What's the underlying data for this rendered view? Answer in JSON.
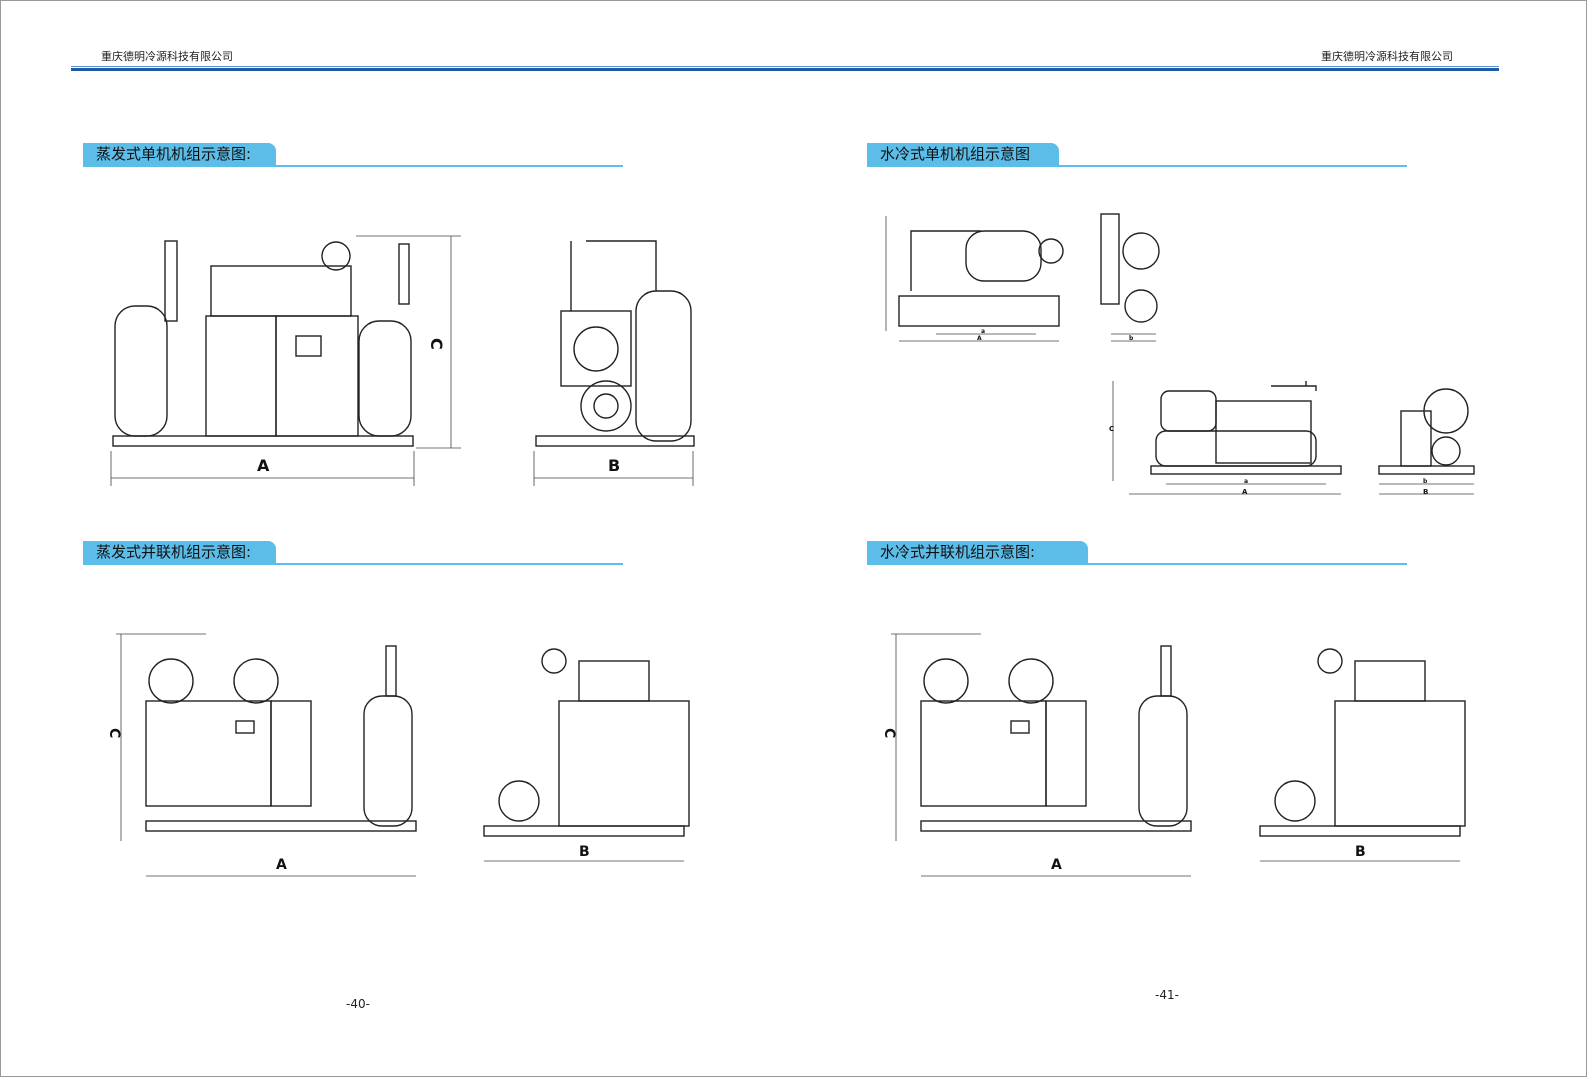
{
  "header": {
    "company_left": "重庆德明冷源科技有限公司",
    "company_right": "重庆德明冷源科技有限公司"
  },
  "sections": [
    {
      "title": "蒸发式单机机组示意图:"
    },
    {
      "title": "水冷式单机机组示意图"
    },
    {
      "title": "蒸发式并联机组示意图:"
    },
    {
      "title": "水冷式并联机组示意图:"
    }
  ],
  "dims": {
    "A": "A",
    "B": "B",
    "C": "C",
    "a": "a",
    "b": "b"
  },
  "pages": {
    "left": "-40-",
    "right": "-41-"
  }
}
